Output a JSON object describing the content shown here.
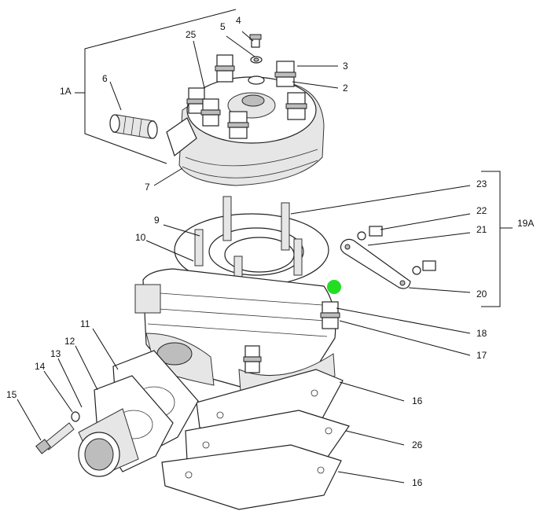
{
  "diagram": {
    "callouts": {
      "c1A": "1A",
      "c2": "2",
      "c3": "3",
      "c4": "4",
      "c5": "5",
      "c6": "6",
      "c7": "7",
      "c9": "9",
      "c10": "10",
      "c11": "11",
      "c12": "12",
      "c13": "13",
      "c14": "14",
      "c15": "15",
      "c16a": "16",
      "c16b": "16",
      "c17": "17",
      "c18": "18",
      "c19A": "19A",
      "c20": "20",
      "c21": "21",
      "c22": "22",
      "c23": "23",
      "c25": "25",
      "c26": "26"
    },
    "marker_color": "#22dd22"
  }
}
